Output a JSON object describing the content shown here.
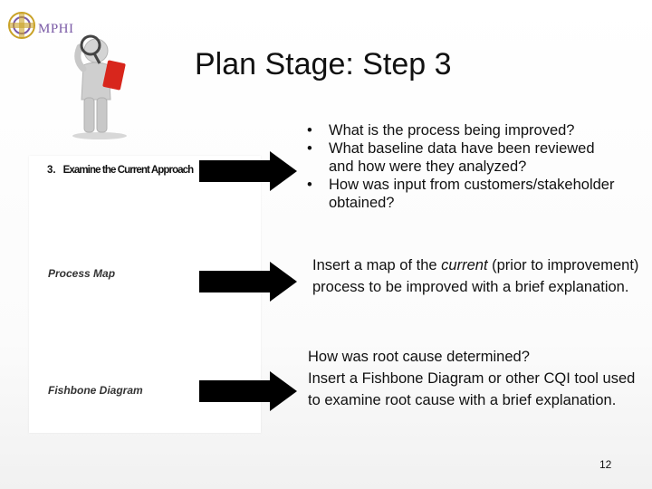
{
  "logo": {
    "text": "MPHI"
  },
  "slide": {
    "title": "Plan Stage: Step 3",
    "page_number": "12"
  },
  "form": {
    "heading_number": "3.",
    "heading_text": "Examine the Current Approach",
    "labels": {
      "process_map": "Process Map",
      "fishbone": "Fishbone Diagram"
    }
  },
  "right": {
    "bullets": [
      "What is the process being improved?",
      "What  baseline data have been reviewed and how were they analyzed?",
      "How was input from customers/stakeholder obtained?"
    ],
    "process_map_text": {
      "before": "Insert a map of the ",
      "emphasis": "current",
      "after": " (prior to improvement) process to be improved with a brief explanation."
    },
    "fishbone_lines": [
      "How was root cause determined?",
      "Insert a Fishbone Diagram or other CQI tool used to examine root cause with a brief explanation."
    ]
  },
  "colors": {
    "logo_purple": "#7a5aa6",
    "logo_gold": "#c9a227",
    "arrow": "#000000",
    "clipboard_red": "#d8261c"
  },
  "icons": [
    "mphi-logo-icon",
    "person-with-magnifier-icon",
    "right-arrow-icon"
  ]
}
